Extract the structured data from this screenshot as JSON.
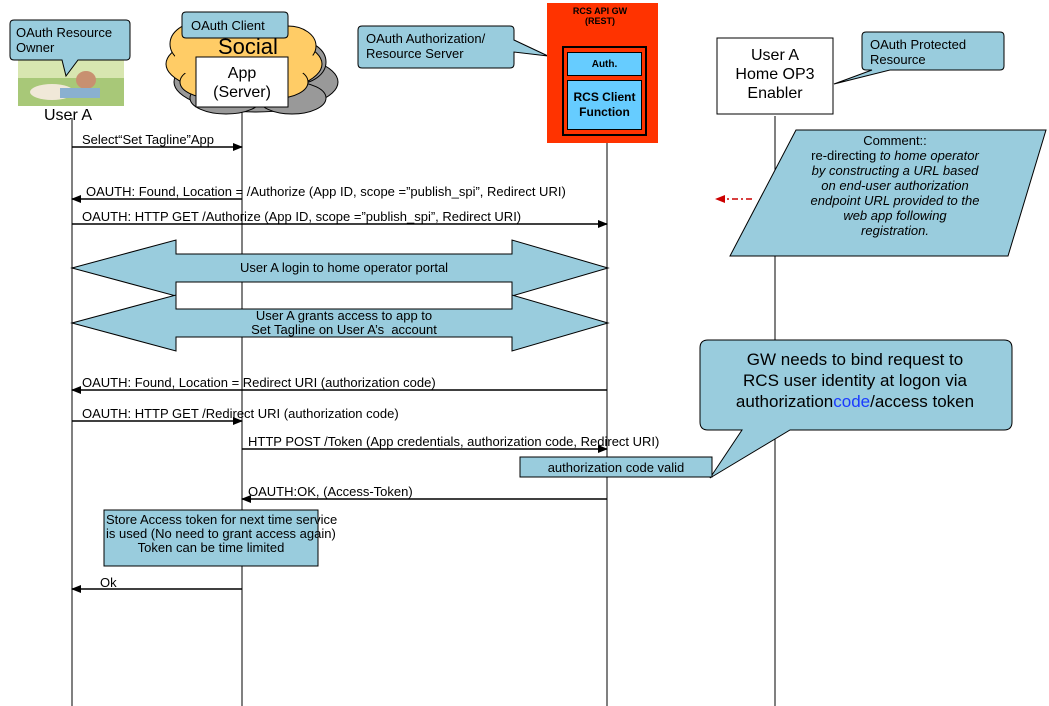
{
  "participants": {
    "owner_callout": "OAuth Resource\nOwner",
    "user_a": "User A",
    "client_callout": "OAuth Client",
    "social_text": "Social",
    "app_box": "App\n(Server)",
    "authz_callout": "OAuth Authorization/\nResource Server",
    "gw_title": "RCS API GW\n(REST)",
    "gw_auth": "Auth.",
    "gw_rcs": "RCS Client\nFunction",
    "home_box": "User A\nHome OP3\nEnabler",
    "protected_callout": "OAuth Protected\nResource"
  },
  "comment": {
    "title": "Comment::",
    "line1": "re-directing",
    "line1_italic": " to home operator",
    "rest": "by constructing a URL based\non end-user authorization\nendpoint URL provided to the\nweb app following\nregistration."
  },
  "messages": [
    "Select“Set Tagline”App",
    "OAUTH: Found, Location = /Authorize (App ID, scope =”publish_spi”, Redirect URI)",
    "OAUTH: HTTP GET /Authorize (App ID, scope =”publish_spi”, Redirect URI)",
    "User A login to home  operator  portal",
    "User A grants access to app to\nSet Tagline on User A’s  account",
    "OAUTH: Found, Location = Redirect URI (authorization code)",
    "OAUTH: HTTP GET /Redirect URI (authorization code)",
    "HTTP POST /Token (App credentials, authorization code, Redirect URI)",
    "authorization code valid",
    "OAUTH:OK, (Access-Token)",
    "Ok"
  ],
  "big_callout": {
    "line1": "GW needs to bind request to",
    "line2": "RCS user identity at logon via",
    "line3_a": "authorization",
    "line3_b": "code",
    "line3_c": "/access token"
  },
  "store_note": "Store Access token for next time service\nis used (No need to grant access again)\nToken can be time limited",
  "colors": {
    "callout_fill": "#99ccdd",
    "gw_fill": "#ff3300",
    "gw_inner": "#66ccff",
    "cloud_fill": "#ffcc66",
    "cloud_shadow": "#999999",
    "arrow_red": "#cc0000",
    "code_blue": "#1a3bff"
  }
}
